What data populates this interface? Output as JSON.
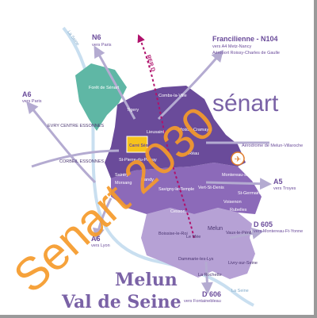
{
  "brand_title": "sénart",
  "region_title_line1": "Melun",
  "region_title_line2": "Val de Seine",
  "overlay_stamp": "Senart 2030",
  "colors": {
    "senart_dark": "#6a4b9a",
    "senart_mid": "#8c6ab9",
    "melun_light": "#b6a1d5",
    "forest": "#5fb7a5",
    "roads": "#b4abd1",
    "overlay": "#f59a2a",
    "rer": "#b0126c",
    "title": "#7a62a6"
  },
  "roads": [
    {
      "code": "N6",
      "dest": "vers Paris"
    },
    {
      "code": "Francilienne - N104",
      "dest": "vers A4 Metz-Nancy",
      "dest2": "Aéroport Roissy-Charles de Gaulle"
    },
    {
      "code": "A6",
      "dest": "vers Paris"
    },
    {
      "code": "A5",
      "dest": "vers Troyes"
    },
    {
      "code": "A6",
      "dest": "vers Lyon"
    },
    {
      "code": "D 605",
      "dest": "vers Montereau-Ft-Yonne"
    },
    {
      "code": "D 606",
      "dest": "vers Fontainebleau"
    }
  ],
  "rer_label": "RER D",
  "places": {
    "forest": "Forêt de Sénart",
    "evry": "EVRY CENTRE ESSONNES",
    "corbeil": "CORBEIL ESSONNES",
    "la_seine_top": "La Seine",
    "la_seine_bottom": "La Seine",
    "tigery": "Tigery",
    "combs": "Combs-la-Ville",
    "lieusaint": "Lieusaint",
    "moissy": "Moissy-Cramayel",
    "carre_senart": "Carré Sénart",
    "st_pierre": "St-Pierre-du-Perray",
    "saintry": "Saintry",
    "morsang": "Morsang",
    "nandy": "Nandy",
    "savigny": "Savigny-le-Temple",
    "reau": "Réau",
    "cesson": "Cesson",
    "vert_st_denis": "Vert-St-Denis",
    "aerodrome": "Aérodrome de Melun-Villaroche",
    "montereau_fy": "Montereau-sur-le-Jard",
    "st_germain": "St-Germain-Laxis",
    "voisenon": "Voisenon",
    "rubelles": "Rubelles",
    "melun": "Melun",
    "boissise": "Boissise-le-Roi",
    "le_mee": "Le Mée",
    "vaux": "Vaux-le-Pénil",
    "dammarie": "Dammarie-les-Lys",
    "livry": "Livry-sur-Seine",
    "la_rochette": "La Rochette"
  }
}
